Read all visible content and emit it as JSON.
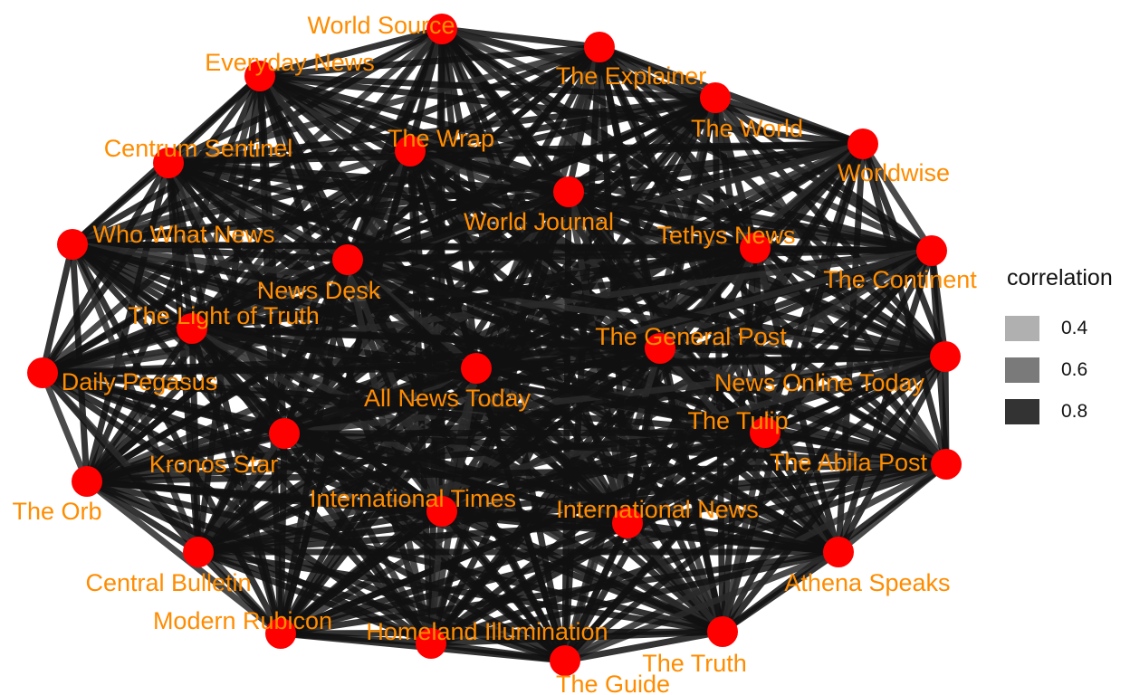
{
  "legend": {
    "title": "correlation",
    "items": [
      {
        "label": "0.4",
        "color": "#b0b0b0"
      },
      {
        "label": "0.6",
        "color": "#7a7a7a"
      },
      {
        "label": "0.8",
        "color": "#333333"
      }
    ]
  },
  "colors": {
    "node": "#ff0000",
    "label": "#ff8c00",
    "edge": "#111111"
  },
  "nodes": [
    {
      "id": "world-source",
      "label": "World Source"
    },
    {
      "id": "the-explainer",
      "label": "The Explainer"
    },
    {
      "id": "everyday-news",
      "label": "Everyday News"
    },
    {
      "id": "the-world",
      "label": "The World"
    },
    {
      "id": "the-wrap",
      "label": "The Wrap"
    },
    {
      "id": "worldwise",
      "label": "Worldwise"
    },
    {
      "id": "centrum-sentinel",
      "label": "Centrum Sentinel"
    },
    {
      "id": "world-journal",
      "label": "World Journal"
    },
    {
      "id": "tethys-news",
      "label": "Tethys News"
    },
    {
      "id": "who-what-news",
      "label": "Who What News"
    },
    {
      "id": "the-continent",
      "label": "The Continent"
    },
    {
      "id": "news-desk",
      "label": "News Desk"
    },
    {
      "id": "the-light-of-truth",
      "label": "The Light of Truth"
    },
    {
      "id": "the-general-post",
      "label": "The General Post"
    },
    {
      "id": "news-online-today",
      "label": "News Online Today"
    },
    {
      "id": "daily-pegasus",
      "label": "Daily Pegasus"
    },
    {
      "id": "all-news-today",
      "label": "All News Today"
    },
    {
      "id": "the-tulip",
      "label": "The Tulip"
    },
    {
      "id": "the-abila-post",
      "label": "The Abila Post"
    },
    {
      "id": "kronos-star",
      "label": "Kronos Star"
    },
    {
      "id": "the-orb",
      "label": "The Orb"
    },
    {
      "id": "international-times",
      "label": "International Times"
    },
    {
      "id": "international-news",
      "label": "International News"
    },
    {
      "id": "athena-speaks",
      "label": "Athena Speaks"
    },
    {
      "id": "central-bulletin",
      "label": "Central Bulletin"
    },
    {
      "id": "modern-rubicon",
      "label": "Modern Rubicon"
    },
    {
      "id": "homeland-illumination",
      "label": "Homeland Illumination"
    },
    {
      "id": "the-truth",
      "label": "The Truth"
    },
    {
      "id": "the-guide",
      "label": "The Guide"
    }
  ]
}
